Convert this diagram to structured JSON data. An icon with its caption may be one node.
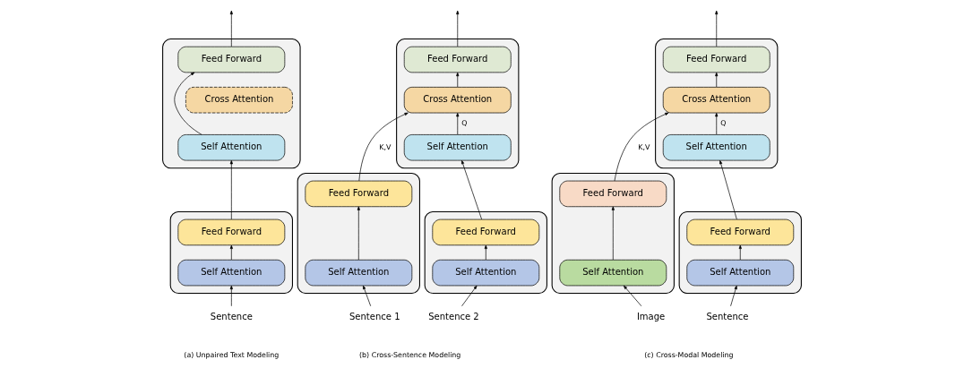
{
  "diagram": {
    "nodes": [
      {
        "text": [],
        "shape": "box"
      },
      {
        "text": [
          "Feed Forward"
        ],
        "in": 0
      },
      {
        "text": [
          "Cross Attention"
        ],
        "in": 0
      },
      {
        "text": [
          "Self Attention"
        ],
        "in": 0
      },
      {
        "text": [],
        "shape": "box"
      },
      {
        "text": [
          "Feed Forward"
        ],
        "in": 4
      },
      {
        "text": [
          "Self Attention"
        ],
        "in": 4
      },
      {
        "text": [
          "Sentence"
        ]
      },
      {
        "text": [],
        "shape": "box"
      },
      {
        "text": [
          "Feed Forward"
        ],
        "in": 8
      },
      {
        "text": [
          "Cross Attention"
        ],
        "in": 8
      },
      {
        "text": [
          "Self Attention"
        ],
        "in": 8
      },
      {
        "text": [],
        "shape": "box"
      },
      {
        "text": [
          "Feed Forward"
        ],
        "in": 12
      },
      {
        "text": [
          "Self Attention"
        ],
        "in": 12
      },
      {
        "text": [],
        "shape": "box"
      },
      {
        "text": [
          "Feed Forward"
        ],
        "in": 15
      },
      {
        "text": [
          "Self Attention"
        ],
        "in": 15
      },
      {
        "text": [
          "Sentence 1"
        ]
      },
      {
        "text": [
          "Sentence 2"
        ]
      },
      {
        "text": [],
        "shape": "box"
      },
      {
        "text": [
          "Feed Forward"
        ],
        "in": 20
      },
      {
        "text": [
          "Cross Attention"
        ],
        "in": 20
      },
      {
        "text": [
          "Self Attention"
        ],
        "in": 20
      },
      {
        "text": [],
        "shape": "box"
      },
      {
        "text": [
          "Feed Forward"
        ],
        "in": 24
      },
      {
        "text": [
          "Self Attention"
        ],
        "in": 24
      },
      {
        "text": [],
        "shape": "box"
      },
      {
        "text": [
          "Feed Forward"
        ],
        "in": 27
      },
      {
        "text": [
          "Self Attention"
        ],
        "in": 27
      },
      {
        "text": [
          "Image"
        ]
      },
      {
        "text": [
          "Sentence"
        ]
      }
    ],
    "edges": [
      {
        "from": 7,
        "to": 6,
        "arrow": "to"
      },
      {
        "from": 6,
        "to": 5,
        "arrow": "to"
      },
      {
        "from": 5,
        "to": 3,
        "arrow": "to"
      },
      {
        "from": 3,
        "to": 1,
        "arrow": "to"
      },
      {
        "from": 1,
        "to": null,
        "arrow": "to"
      },
      {
        "from": 18,
        "to": 14,
        "arrow": "to"
      },
      {
        "from": 14,
        "to": 13,
        "arrow": "to"
      },
      {
        "from": 13,
        "to": 10,
        "arrow": "to",
        "label": "K,V"
      },
      {
        "from": 19,
        "to": 17,
        "arrow": "to"
      },
      {
        "from": 17,
        "to": 16,
        "arrow": "to"
      },
      {
        "from": 16,
        "to": 11,
        "arrow": "to"
      },
      {
        "from": 11,
        "to": 10,
        "arrow": "to",
        "label": "Q"
      },
      {
        "from": 10,
        "to": 9,
        "arrow": "to"
      },
      {
        "from": 9,
        "to": null,
        "arrow": "to"
      },
      {
        "from": 30,
        "to": 26,
        "arrow": "to"
      },
      {
        "from": 26,
        "to": 25,
        "arrow": "to"
      },
      {
        "from": 25,
        "to": 22,
        "arrow": "to",
        "label": "K,V"
      },
      {
        "from": 31,
        "to": 29,
        "arrow": "to"
      },
      {
        "from": 29,
        "to": 28,
        "arrow": "to"
      },
      {
        "from": 28,
        "to": 23,
        "arrow": "to"
      },
      {
        "from": 23,
        "to": 22,
        "arrow": "to",
        "label": "Q"
      },
      {
        "from": 22,
        "to": 21,
        "arrow": "to"
      },
      {
        "from": 21,
        "to": null,
        "arrow": "to"
      }
    ],
    "labels": [
      "(a) Unpaired Text Modeling",
      "(b) Cross-Sentence Modeling",
      "(c) Cross-Modal Modeling"
    ]
  }
}
